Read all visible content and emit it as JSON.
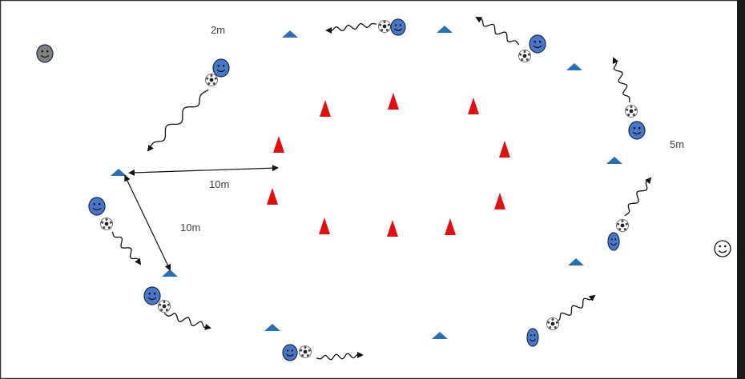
{
  "labels": {
    "spacing_2m": "2m",
    "spacing_5m": "5m",
    "distance_horizontal": "10m",
    "distance_diagonal": "10m"
  },
  "colors": {
    "outer_cone": "#2a6fb5",
    "inner_cone": "#e01010",
    "player_face": "#4a78c8",
    "coach_face_grey": "#808080",
    "coach_face_outline": "#ffffff",
    "line": "#111111",
    "frame": "#333333"
  },
  "icons": {
    "player": "smiley-face-icon",
    "ball": "soccer-ball-icon",
    "outer_cone": "blue-cone-icon",
    "inner_cone": "red-cone-icon",
    "dribble_path": "wavy-arrow-icon",
    "measure": "double-arrow-icon"
  }
}
